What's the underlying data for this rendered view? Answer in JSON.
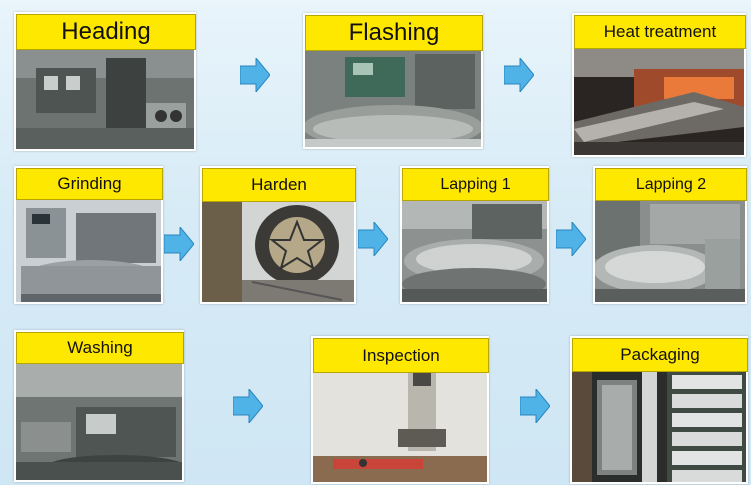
{
  "steps": [
    {
      "label": "Heading"
    },
    {
      "label": "Flashing"
    },
    {
      "label": "Heat treatment"
    },
    {
      "label": "Grinding"
    },
    {
      "label": "Harden"
    },
    {
      "label": "Lapping 1"
    },
    {
      "label": "Lapping 2"
    },
    {
      "label": "Washing"
    },
    {
      "label": "Inspection"
    },
    {
      "label": "Packaging"
    }
  ],
  "colors": {
    "label_bg": "#ffe800",
    "arrow": "#4fb3e8",
    "background": "#d9edf8"
  },
  "icons": [
    "arrow-right-icon"
  ]
}
